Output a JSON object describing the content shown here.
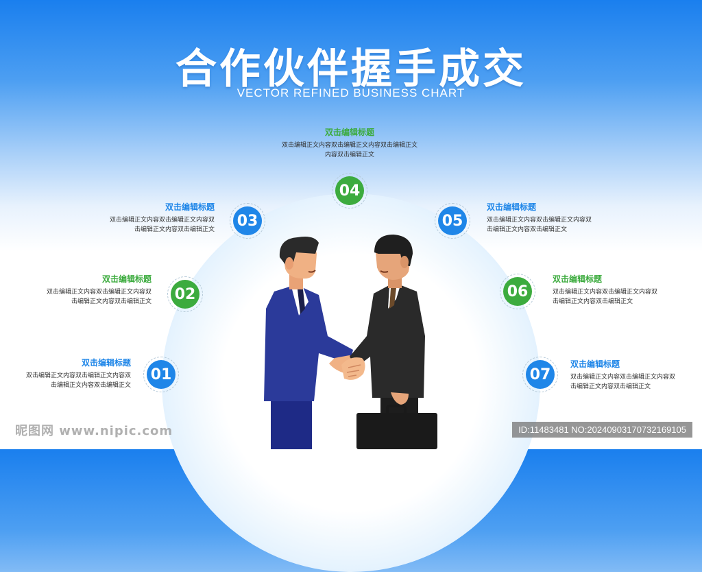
{
  "title": "合作伙伴握手成交",
  "subtitle": "VECTOR REFINED BUSINESS CHART",
  "items": [
    {
      "num": "01",
      "heading": "双击编辑标题",
      "line1": "双击编辑正文内容双击编辑正文内容双",
      "line2": "击编辑正文内容双击编辑正文"
    },
    {
      "num": "02",
      "heading": "双击编辑标题",
      "line1": "双击编辑正文内容双击编辑正文内容双",
      "line2": "击编辑正文内容双击编辑正文"
    },
    {
      "num": "03",
      "heading": "双击编辑标题",
      "line1": "双击编辑正文内容双击编辑正文内容双",
      "line2": "击编辑正文内容双击编辑正文"
    },
    {
      "num": "04",
      "heading": "双击编辑标题",
      "line1": "双击编辑正文内容双击编辑正文内容双击编辑正文",
      "line2": "内容双击编辑正文"
    },
    {
      "num": "05",
      "heading": "双击编辑标题",
      "line1": "双击编辑正文内容双击编辑正文内容双",
      "line2": "击编辑正文内容双击编辑正文"
    },
    {
      "num": "06",
      "heading": "双击编辑标题",
      "line1": "双击编辑正文内容双击编辑正文内容双",
      "line2": "击编辑正文内容双击编辑正文"
    },
    {
      "num": "07",
      "heading": "双击编辑标题",
      "line1": "双击编辑正文内容双击编辑正文内容双",
      "line2": "击编辑正文内容双击编辑正文"
    }
  ],
  "watermark_left": "昵图网 www.nipic.com",
  "watermark_right": "ID:11483481 NO:20240903170732169105",
  "colors": {
    "blue": "#1f86e8",
    "green": "#3cab3e",
    "suit_blue": "#2b3a9a",
    "suit_black": "#2a2a2a"
  }
}
